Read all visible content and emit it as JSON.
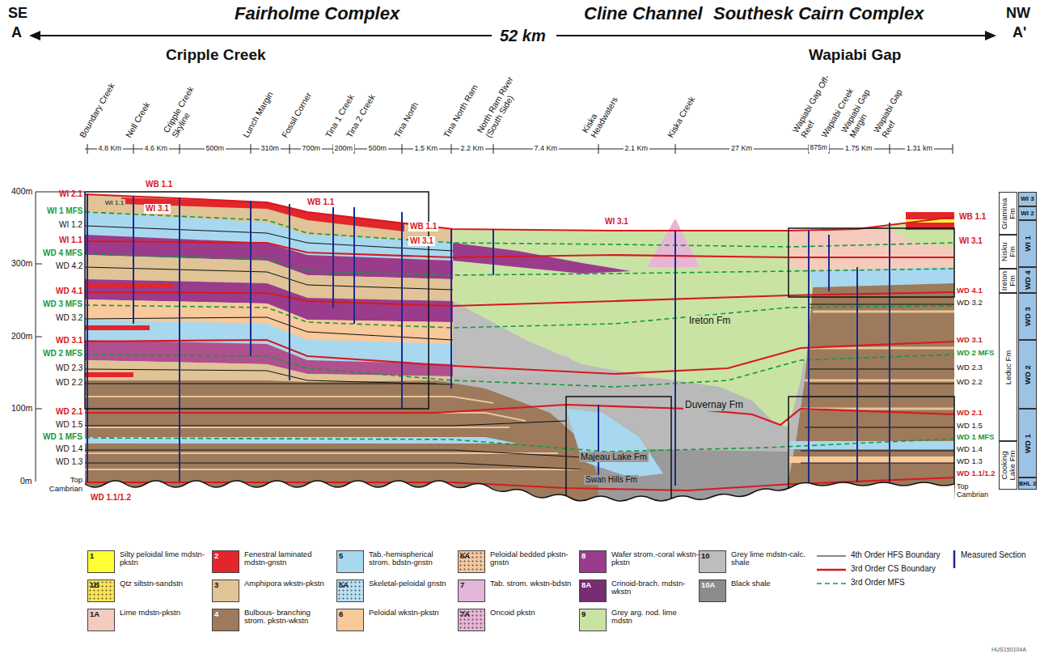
{
  "diagram": {
    "nodes": [
      {
        "text": [
          "Graminia Fm"
        ]
      },
      {
        "text": [
          "Nisku Fm"
        ]
      },
      {
        "text": [
          "Ireton Fm"
        ]
      },
      {
        "text": [
          "Leduc Fm"
        ]
      },
      {
        "text": [
          "Cooking Lake Fm"
        ]
      },
      {
        "text": [
          "WI 3"
        ]
      },
      {
        "text": [
          "WI 2"
        ]
      },
      {
        "text": [
          "WI 1"
        ]
      },
      {
        "text": [
          "WD 4"
        ]
      },
      {
        "text": [
          "WD 3"
        ]
      },
      {
        "text": [
          "WD 2"
        ]
      },
      {
        "text": [
          "WD 1"
        ]
      },
      {
        "text": [
          "BHL 3"
        ]
      }
    ],
    "labels": [
      "SE",
      "A",
      "Fairholme Complex",
      "52 km",
      "Cline Channel",
      "Southesk Cairn Complex",
      "NW",
      "A'",
      "Cripple Creek",
      "Wapiabi Gap",
      "Boundary Creek",
      "Nell Creek",
      "Cripple Creek Skyline",
      "Lunch Margin",
      "Fossil Corner",
      "Tina 1 Creek",
      "Tina 2 Creek",
      "Tina North",
      "Tina North Ram",
      "North Ram River (South Side)",
      "Kiska Headwaters",
      "Kiska Creek",
      "Wapiabi Gap Off-Reef",
      "Wapiabi Creek",
      "Wapiabi Gap Margin",
      "Wapiabi Gap Reef",
      "4.8 Km",
      "4.6 Km",
      "500m",
      "310m",
      "700m",
      "200m",
      "500m",
      "1.5 Km",
      "2.2 Km",
      "7.4 Km",
      "2.1 Km",
      "27 Km",
      "875m",
      "1.75 Km",
      "1.31 km",
      "400m",
      "300m",
      "200m",
      "100m",
      "0m",
      "Top Cambrian",
      "WI 2.1",
      "WI 1 MFS",
      "WI 1.2",
      "WI 1.1",
      "WD 4 MFS",
      "WD 4.2",
      "WD 4.1",
      "WD 3 MFS",
      "WD 3.2",
      "WD 3.1",
      "WD 2 MFS",
      "WD 2.3",
      "WD 2.2",
      "WD 2.1",
      "WD 1.5",
      "WD 1 MFS",
      "WD 1.4",
      "WD 1.3",
      "WD 1.1/1.2",
      "WD 4.1",
      "WD 3.2",
      "WD 3.1",
      "WD 2 MFS",
      "WD 2.3",
      "WD 2.2",
      "WD 2.1",
      "WD 1.5",
      "WD 1 MFS",
      "WD 1.4",
      "WD 1.3",
      "WD 1.1/1.2",
      "Top Cambrian",
      "WB 1.1",
      "WI 1.1",
      "WI 3.1",
      "WB 1.1",
      "WB 1.1",
      "WI 3.1",
      "WI 3.1",
      "WB 1.1",
      "WI 3.1",
      "Ireton Fm",
      "Duvernay Fm",
      "Majeau Lake Fm",
      "Swan Hills Fm",
      "HUS150104A",
      "1",
      "1B",
      "1A",
      "2",
      "3",
      "4",
      "5",
      "5A",
      "6",
      "6A",
      "7",
      "7A",
      "8",
      "8A",
      "9",
      "10",
      "10A"
    ],
    "legend": [
      {
        "text": "Silty peloidal lime mdstn-pkstn",
        "color": "#ffff33"
      },
      {
        "text": "Qtz siltstn-sandstn",
        "color": "#f7e35a"
      },
      {
        "text": "Lime mdstn-pkstn",
        "color": "#f4cbbd"
      },
      {
        "text": "Fenestral laminated mdstn-gnstn",
        "color": "#e3262b"
      },
      {
        "text": "Amphipora wkstn-pkstn",
        "color": "#e0c397"
      },
      {
        "text": "Bulbous- branching strom. pkstn-wkstn",
        "color": "#9c7a5b"
      },
      {
        "text": "Tab.-hemispherical strom. bdstn-gnstn",
        "color": "#a8d8ef"
      },
      {
        "text": "Skeletal-peloidal gnstn",
        "color": "#b9e0f2"
      },
      {
        "text": "Peloidal wkstn-pkstn",
        "color": "#f7c99b"
      },
      {
        "text": "Peloidal bedded pkstn-gnstn",
        "color": "#f2c6a0"
      },
      {
        "text": "Tab. strom. wkstn-bdstn",
        "color": "#e2b6d8"
      },
      {
        "text": "Oncoid pkstn",
        "color": "#e7b4d6"
      },
      {
        "text": "Wafer strom.-coral wkstn-pkstn",
        "color": "#9b3b8c"
      },
      {
        "text": "Crinoid-brach. mdstn-wkstn",
        "color": "#762d72"
      },
      {
        "text": "Grey arg. nod. lime mdstn",
        "color": "#c9e3a5"
      },
      {
        "text": "Grey lime mdstn-calc. shale",
        "color": "#bdbdbd"
      },
      {
        "text": "Black shale",
        "color": "#8b8b8b"
      },
      {
        "text": "4th Order HFS Boundary"
      },
      {
        "text": "3rd Order CS Boundary"
      },
      {
        "text": "3rd Order MFS"
      },
      {
        "text": "Measured Section"
      }
    ]
  }
}
